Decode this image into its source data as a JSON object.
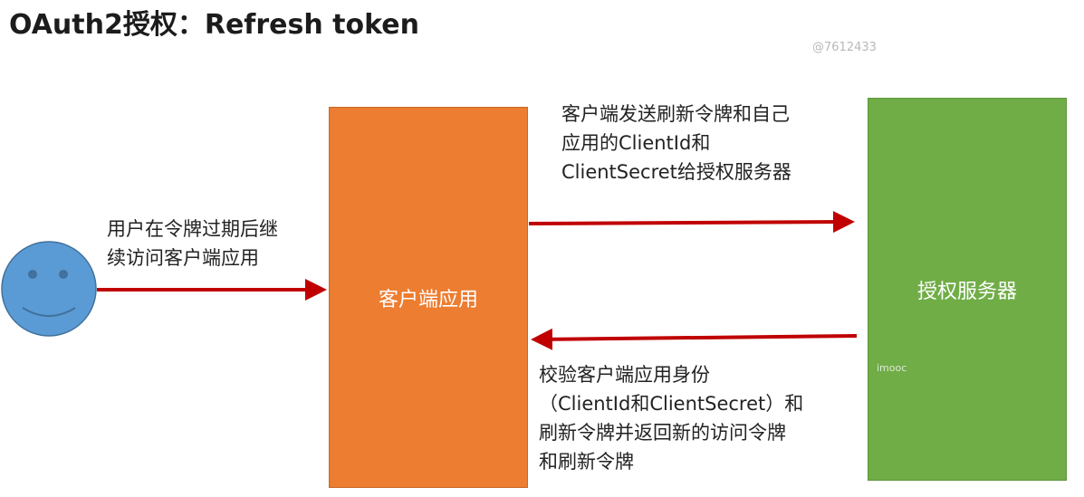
{
  "title": "OAuth2授权：Refresh token",
  "watermark": "@7612433",
  "watermark_small": "imooc",
  "nodes": {
    "client": "客户端应用",
    "auth_server": "授权服务器"
  },
  "labels": {
    "user_access": "用户在令牌过期后继\n续访问客户端应用",
    "client_request": "客户端发送刷新令牌和自己\n应用的ClientId和\nClientSecret给授权服务器",
    "server_response": "校验客户端应用身份\n（ClientId和ClientSecret）和\n刷新令牌并返回新的访问令牌\n和刷新令牌"
  },
  "colors": {
    "client_box": "#ed7d31",
    "auth_box": "#70ad47",
    "user_face": "#5b9bd5",
    "arrow": "#c00000"
  }
}
